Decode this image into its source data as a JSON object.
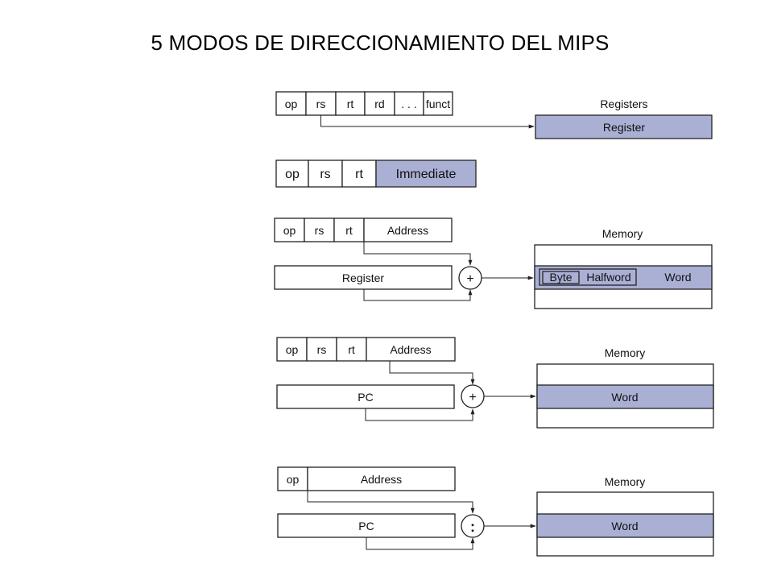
{
  "title": "5 MODOS DE DIRECCIONAMIENTO DEL MIPS",
  "colors": {
    "highlight": "#aaafd4",
    "stroke": "#222222"
  },
  "mode1": {
    "fields": [
      "op",
      "rs",
      "rt",
      "rd",
      ". . .",
      "funct"
    ],
    "target_label": "Registers",
    "target": "Register"
  },
  "mode2": {
    "fields": [
      "op",
      "rs",
      "rt",
      "Immediate"
    ]
  },
  "mode3": {
    "fields": [
      "op",
      "rs",
      "rt",
      "Address"
    ],
    "register": "Register",
    "operator": "+",
    "memory_label": "Memory",
    "byte": "Byte",
    "halfword": "Halfword",
    "word": "Word"
  },
  "mode4": {
    "fields": [
      "op",
      "rs",
      "rt",
      "Address"
    ],
    "pc": "PC",
    "operator": "+",
    "memory_label": "Memory",
    "word": "Word"
  },
  "mode5": {
    "fields": [
      "op",
      "Address"
    ],
    "pc": "PC",
    "operator": ":",
    "memory_label": "Memory",
    "word": "Word"
  }
}
